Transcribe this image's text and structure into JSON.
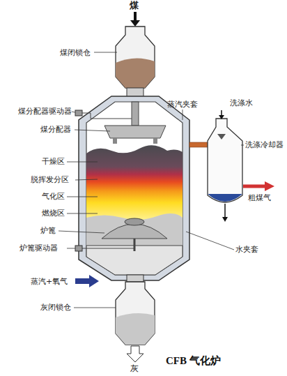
{
  "diagram": {
    "caption": "CFB 气化炉",
    "labels": [
      "煤",
      "煤闭锁仓",
      "煤分配器驱动器",
      "蒸汽夹套",
      "洗涤水",
      "煤分配器",
      "洗涤冷却器",
      "干燥区",
      "脱挥发分区",
      "气化区",
      "燃烧区",
      "粗煤气",
      "炉篦",
      "炉篦驱动器",
      "水夹套",
      "蒸汽+氧气",
      "灰闭锁仓",
      "灰"
    ]
  }
}
